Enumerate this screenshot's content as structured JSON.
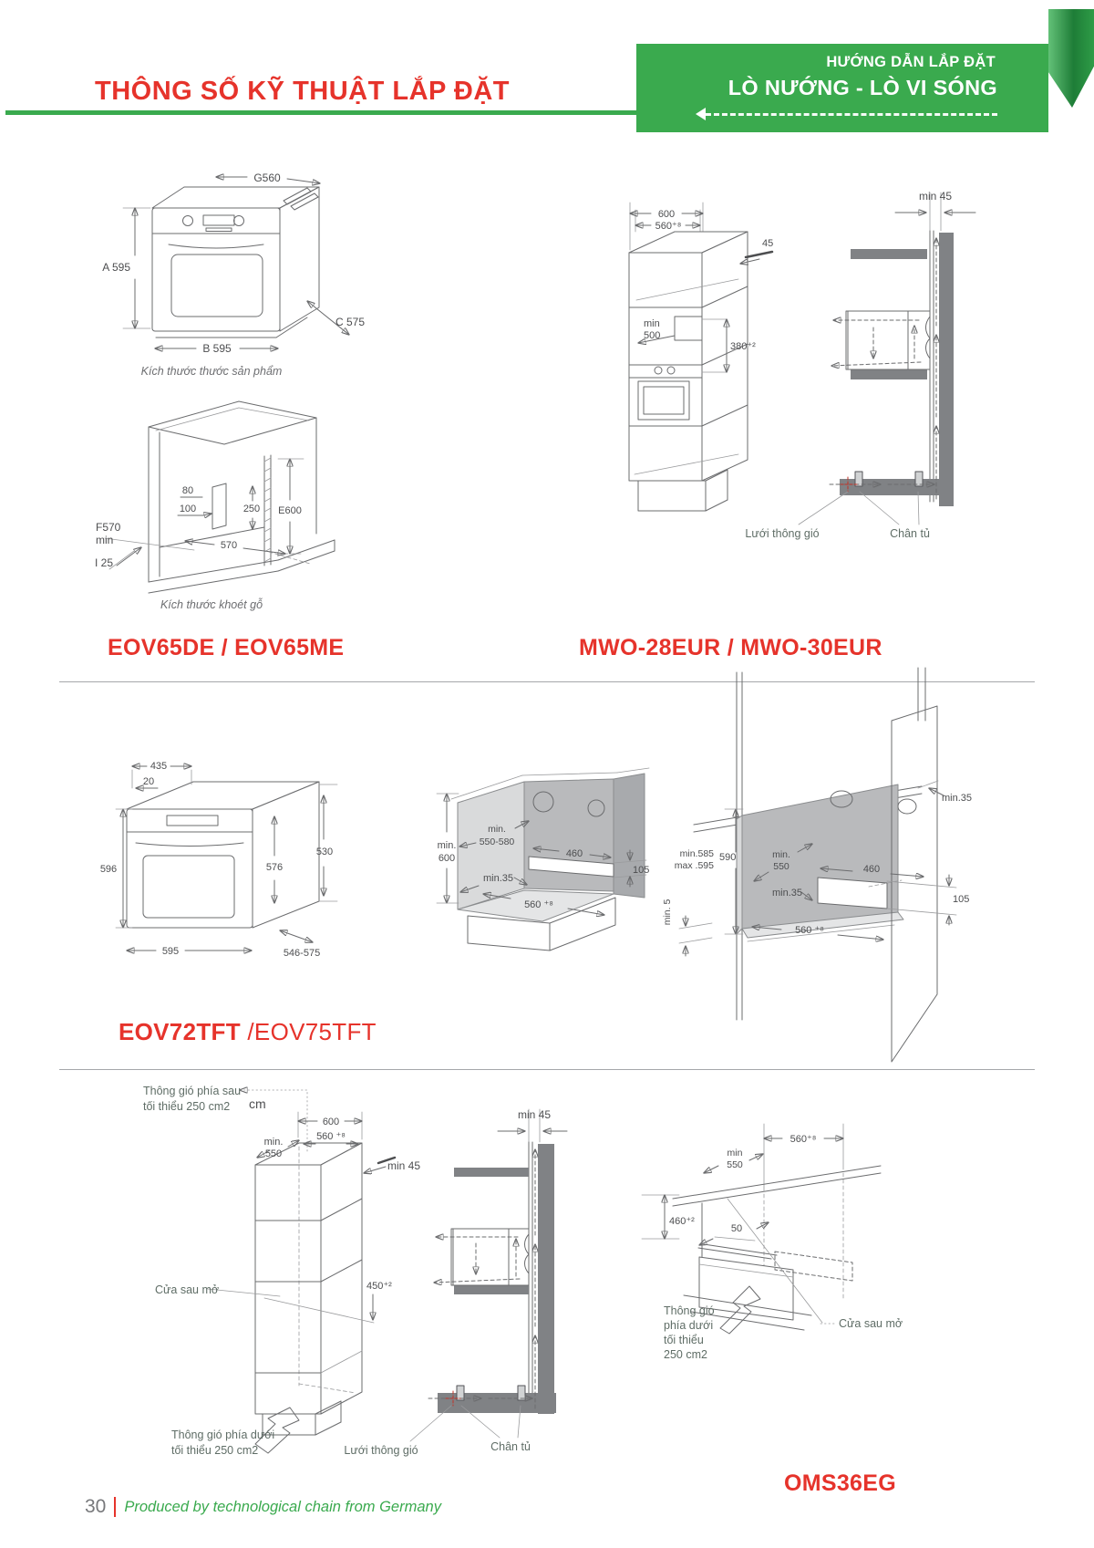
{
  "header": {
    "title": "THÔNG SỐ KỸ THUẬT LẮP ĐẶT",
    "badge": {
      "line1": "HƯỚNG DẪN LẮP ĐẶT",
      "line2": "LÒ NƯỚNG - LÒ VI SÓNG"
    }
  },
  "colors": {
    "green": "#3aaa4e",
    "green_dark": "#1e7d37",
    "red": "#e6332b",
    "dim_text": "#4d4e50",
    "label_text": "#5f6d66"
  },
  "eov65": {
    "product_label": "EOV65DE / EOV65ME",
    "caption_product": "Kích thước thước sản phẩm",
    "caption_cutout": "Kích thước khoét gỗ",
    "product_dims": {
      "top": "G560",
      "height": "A 595",
      "width": "B 595",
      "depth": "C 575"
    },
    "cutout_dims": {
      "d80": "80",
      "d100": "100",
      "d250": "250",
      "e600": "E600",
      "f570": "F570",
      "f570_min": "min",
      "d570": "570",
      "i25": "I 25"
    }
  },
  "mwo": {
    "product_label": "MWO-28EUR / MWO-30EUR",
    "cabinet": {
      "d600": "600",
      "d560": "560⁺⁸",
      "d45": "45",
      "min500_1": "min",
      "min500_2": "500",
      "d380": "380⁺²"
    },
    "section": {
      "min45": "min 45",
      "grille": "Lưới thông gió",
      "feet": "Chân tủ"
    }
  },
  "eov72": {
    "label_main": "EOV72TFT",
    "label_alt": "/EOV75TFT",
    "oven": {
      "d435": "435",
      "d20": "20",
      "d596": "596",
      "d595": "595",
      "d576": "576",
      "d530": "530",
      "d546": "546-575"
    },
    "cab1": {
      "min600_1": "min.",
      "min600_2": "600",
      "min550_1": "min.",
      "min550_2": "550-580",
      "min35": "min.35",
      "d460": "460",
      "d105": "105",
      "d560": "560 ⁺⁸"
    },
    "cab2": {
      "min585": "min.585",
      "max595": "max .595",
      "d590": "590",
      "min550_1": "min.",
      "min550_2": "550",
      "min35": "min.35",
      "d460": "460",
      "d105": "105",
      "min5": "min. 5",
      "d560": "560 ⁺⁸",
      "min35_top": "min.35"
    }
  },
  "bottom": {
    "left": {
      "vent_top_1": "Thông gió phía sau",
      "vent_top_2": "tối thiểu 250 cm2",
      "cm": "cm",
      "d600": "600",
      "min550_1": "min.",
      "min550_2": "550",
      "d560": "560 ⁺⁸",
      "min45": "min 45",
      "door": "Cửa sau mở",
      "d450": "450⁺²",
      "vent_bot_1": "Thông gió phía dưới",
      "vent_bot_2": "tối thiểu 250 cm2"
    },
    "mid": {
      "min45": "min 45",
      "grille": "Lưới thông gió",
      "feet": "Chân tủ"
    },
    "oms": {
      "label": "OMS36EG",
      "d560": "560⁺⁸",
      "min550_1": "min",
      "min550_2": "550",
      "d460": "460⁺²",
      "d50": "50",
      "vent_1": "Thông gió",
      "vent_2": "phía dưới",
      "vent_3": "tối thiểu",
      "vent_4": "250 cm2",
      "door": "Cửa sau mở"
    }
  },
  "footer": {
    "page_number": "30",
    "tagline": "Produced by technological chain from Germany"
  }
}
